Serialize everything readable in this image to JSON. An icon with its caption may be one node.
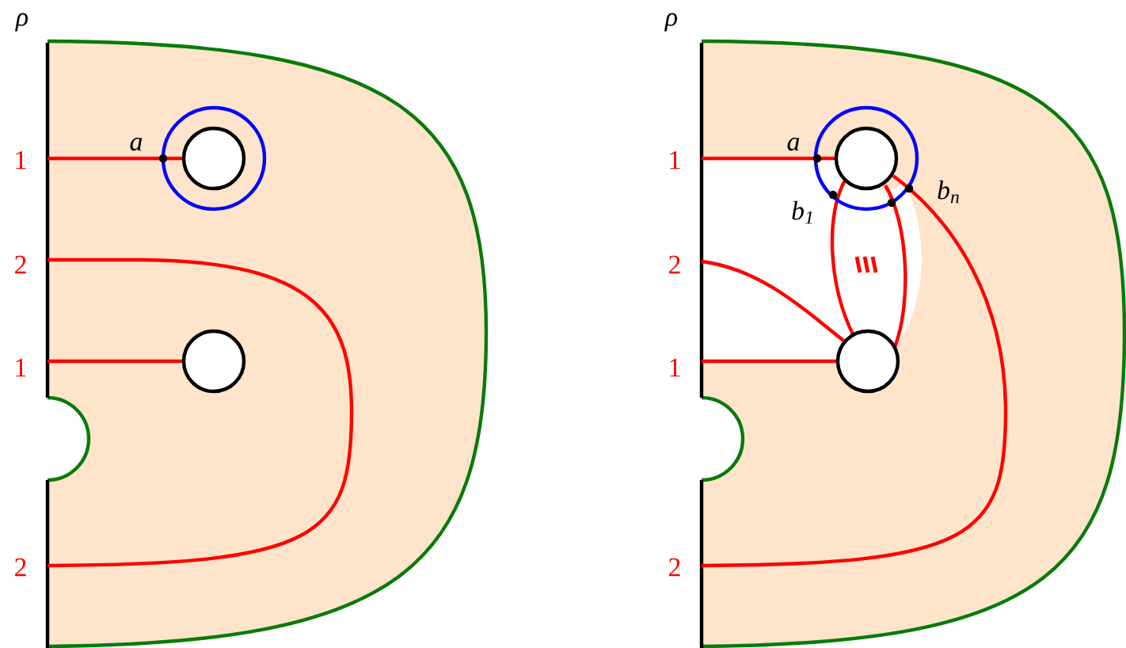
{
  "diagram": {
    "labels": [
      "ρ",
      "1",
      "2",
      "1",
      "2",
      "a",
      "ρ",
      "1",
      "2",
      "1",
      "2",
      "a",
      "b$_{1}$",
      "b$_{n}$"
    ]
  }
}
